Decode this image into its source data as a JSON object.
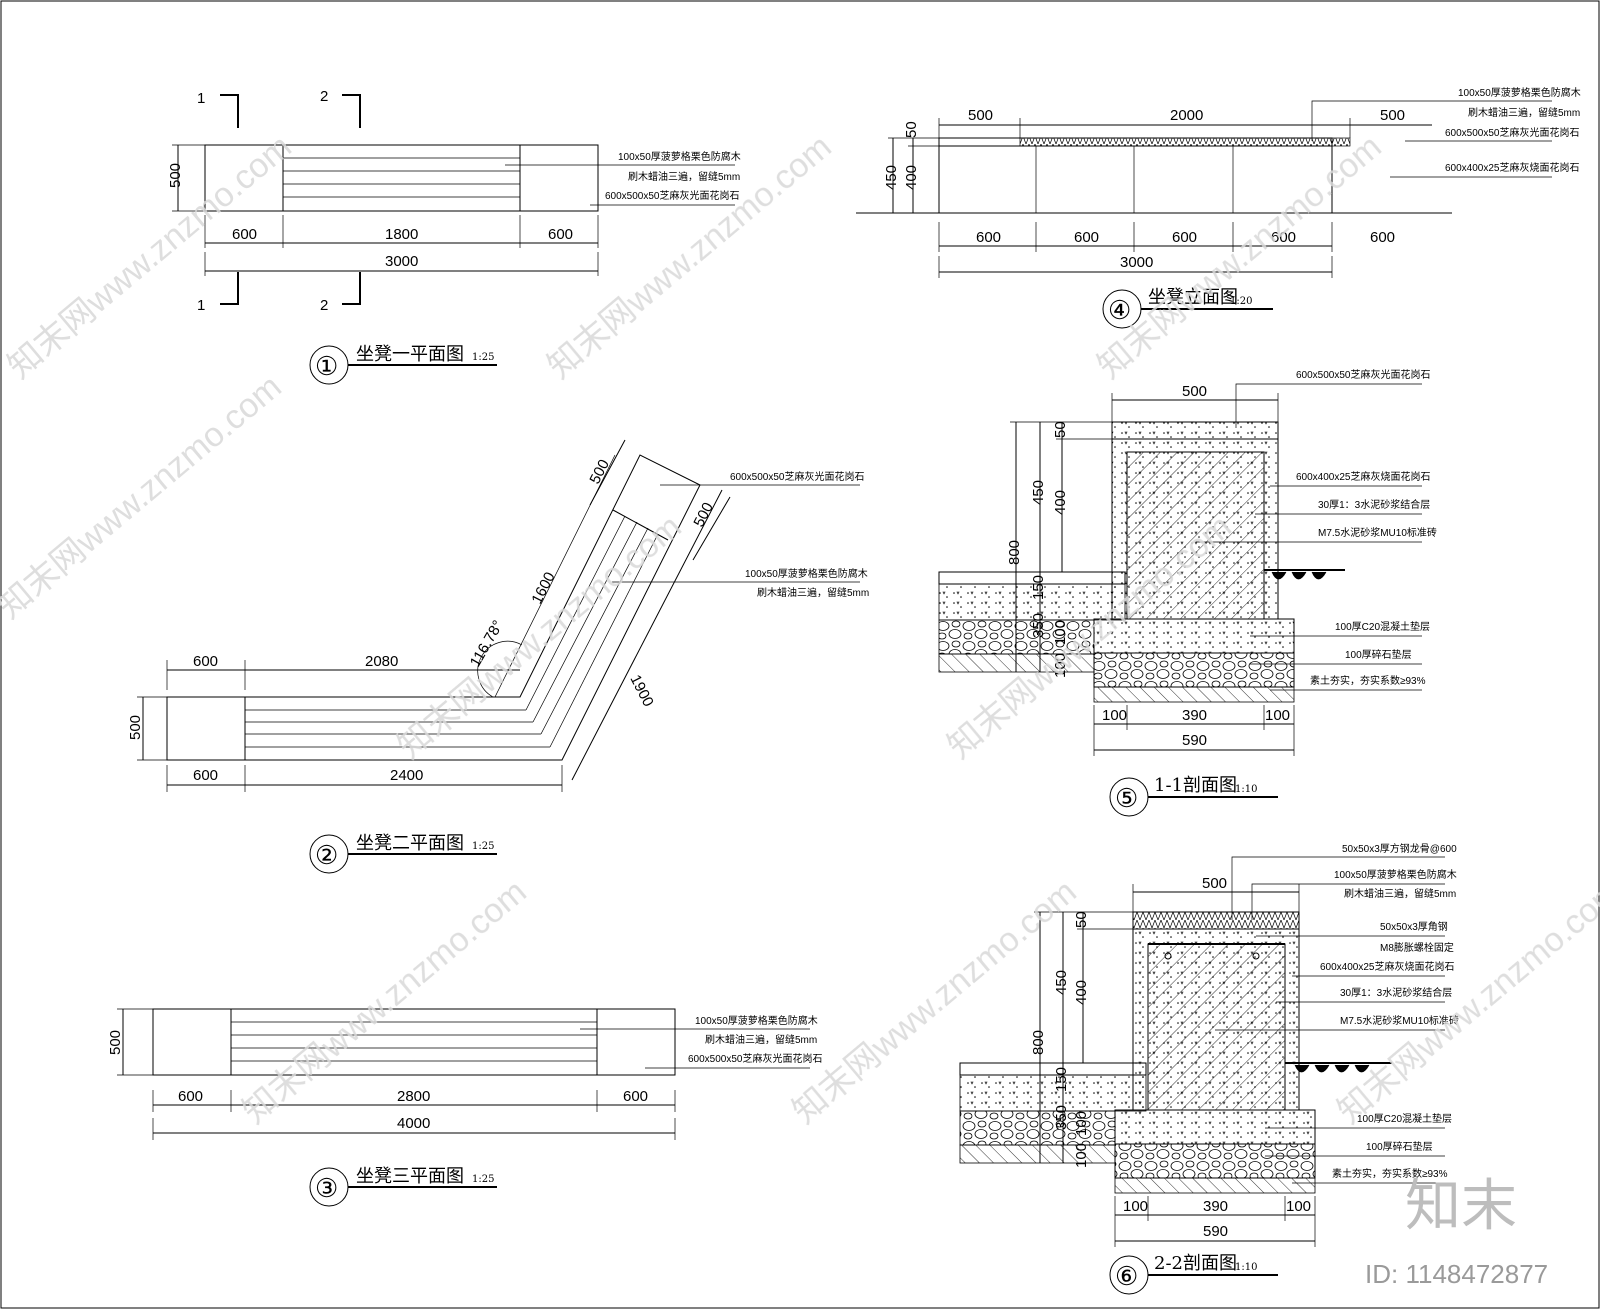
{
  "drawings": {
    "d1": {
      "number": "①",
      "title": "坐凳一平面图",
      "scale": "1:25",
      "dims_top": [
        "600",
        "1800",
        "600"
      ],
      "dim_total": "3000",
      "dim_side": "500",
      "section_marks": [
        "1",
        "2",
        "1",
        "2"
      ],
      "notes": [
        "100x50厚菠萝格栗色防腐木",
        "刷木蜡油三遍，留缝5mm",
        "600x500x50芝麻灰光面花岗石"
      ]
    },
    "d2": {
      "number": "②",
      "title": "坐凳二平面图",
      "scale": "1:25",
      "dims": [
        "600",
        "2080",
        "600",
        "2400",
        "500",
        "116.78°",
        "1600",
        "1900",
        "500",
        "500"
      ],
      "notes": [
        "600x500x50芝麻灰光面花岗石",
        "100x50厚菠萝格栗色防腐木",
        "刷木蜡油三遍，留缝5mm"
      ]
    },
    "d3": {
      "number": "③",
      "title": "坐凳三平面图",
      "scale": "1:25",
      "dims": [
        "600",
        "2800",
        "600",
        "4000",
        "500"
      ],
      "notes": [
        "100x50厚菠萝格栗色防腐木",
        "刷木蜡油三遍，留缝5mm",
        "600x500x50芝麻灰光面花岗石"
      ]
    },
    "d4": {
      "number": "④",
      "title": "坐凳立面图",
      "scale": "1:20",
      "dims_top": [
        "500",
        "2000",
        "500"
      ],
      "dims_bottom": [
        "600",
        "600",
        "600",
        "600",
        "600"
      ],
      "dim_total": "3000",
      "dims_left": [
        "50",
        "400",
        "450"
      ],
      "notes": [
        "100x50厚菠萝格栗色防腐木",
        "刷木蜡油三遍，留缝5mm",
        "600x500x50芝麻灰光面花岗石",
        "600x400x25芝麻灰烧面花岗石"
      ]
    },
    "d5": {
      "number": "⑤",
      "title": "1-1剖面图",
      "scale": "1:10",
      "dims_top": "500",
      "dims_left": [
        "50",
        "400",
        "450",
        "800",
        "150",
        "350",
        "100",
        "100"
      ],
      "dims_bottom": [
        "100",
        "390",
        "100",
        "590"
      ],
      "notes": [
        "600x500x50芝麻灰光面花岗石",
        "600x400x25芝麻灰烧面花岗石",
        "30厚1：3水泥砂浆结合层",
        "M7.5水泥砂浆MU10标准砖",
        "100厚C20混凝土垫层",
        "100厚碎石垫层",
        "素土夯实，夯实系数≥93%"
      ]
    },
    "d6": {
      "number": "⑥",
      "title": "2-2剖面图",
      "scale": "1:10",
      "dims_top": "500",
      "dims_left": [
        "50",
        "400",
        "450",
        "800",
        "150",
        "350",
        "100",
        "100"
      ],
      "dims_bottom": [
        "100",
        "390",
        "100",
        "590"
      ],
      "notes": [
        "50x50x3厚方钢龙骨@600",
        "100x50厚菠萝格栗色防腐木",
        "刷木蜡油三遍，留缝5mm",
        "50x50x3厚角钢",
        "M8膨胀螺栓固定",
        "600x400x25芝麻灰烧面花岗石",
        "30厚1：3水泥砂浆结合层",
        "M7.5水泥砂浆MU10标准砖",
        "100厚C20混凝土垫层",
        "100厚碎石垫层",
        "素土夯实，夯实系数≥93%"
      ]
    }
  },
  "watermark": {
    "text": "知末网www.znzmo.com",
    "brand": "知末",
    "id": "ID: 1148472877"
  }
}
